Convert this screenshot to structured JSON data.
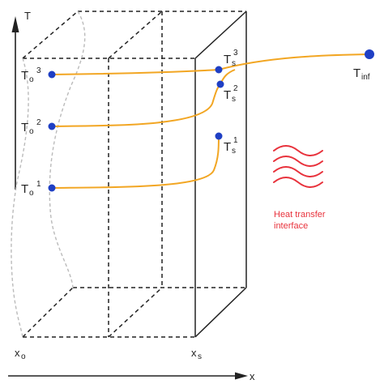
{
  "axes": {
    "vertical_label": "T",
    "horizontal_label": "x"
  },
  "labels": {
    "x0_main": "x",
    "x0_sub": "o",
    "xs_main": "x",
    "xs_sub": "s",
    "t_inf_main": "T",
    "t_inf_sub": "inf"
  },
  "probes": [
    {
      "interior_main": "T",
      "interior_sub": "o",
      "surface_main": "T",
      "surface_sub": "s",
      "index": "3"
    },
    {
      "interior_main": "T",
      "interior_sub": "o",
      "surface_main": "T",
      "surface_sub": "s",
      "index": "2"
    },
    {
      "interior_main": "T",
      "interior_sub": "o",
      "surface_main": "T",
      "surface_sub": "s",
      "index": "1"
    }
  ],
  "heat_interface": {
    "line1": "Heat transfer",
    "line2": "interface"
  },
  "colors": {
    "line": "#f2a623",
    "dot": "#1f3fc4",
    "heat": "#e8323c",
    "frame": "#222222",
    "dashed_curve": "#bbbbbb"
  }
}
